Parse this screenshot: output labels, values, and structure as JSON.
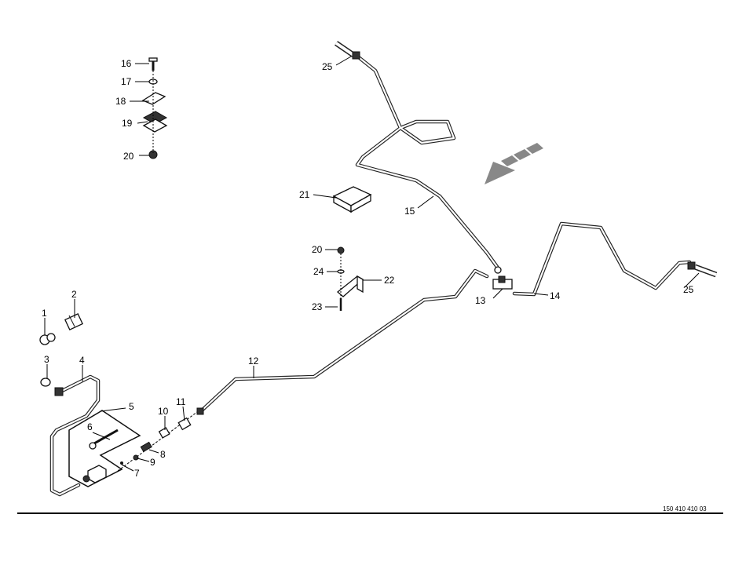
{
  "drawing_number": "150 410 410 03",
  "callouts": {
    "c16": "16",
    "c17": "17",
    "c18": "18",
    "c19": "19",
    "c20a": "20",
    "c25a": "25",
    "c21": "21",
    "c15": "15",
    "c20b": "20",
    "c24": "24",
    "c22": "22",
    "c23": "23",
    "c13": "13",
    "c14": "14",
    "c25b": "25",
    "c1": "1",
    "c2": "2",
    "c3": "3",
    "c4": "4",
    "c5": "5",
    "c6": "6",
    "c7": "7",
    "c8": "8",
    "c9": "9",
    "c10": "10",
    "c11": "11",
    "c12": "12"
  }
}
